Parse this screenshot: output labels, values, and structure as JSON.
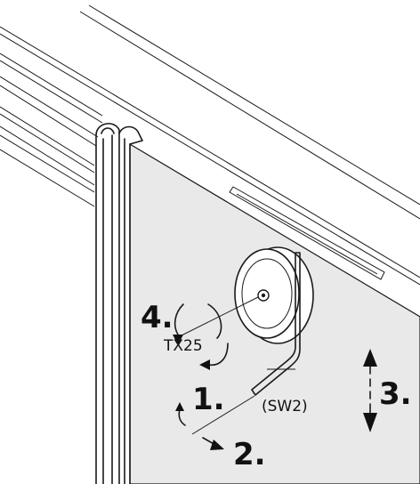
{
  "labels": {
    "step1": "1.",
    "step2": "2.",
    "step3": "3.",
    "step4": "4.",
    "tool_torx": "TX25",
    "tool_hex": "(SW2)"
  },
  "colors": {
    "glass": "#e9e9e9",
    "line": "#1a1a1a",
    "background": "#ffffff"
  },
  "icons": [
    "rotate-arrow-icon",
    "slide-arrow-icon",
    "vertical-double-arrow-icon",
    "torx-screw-icon",
    "allen-key-icon"
  ]
}
